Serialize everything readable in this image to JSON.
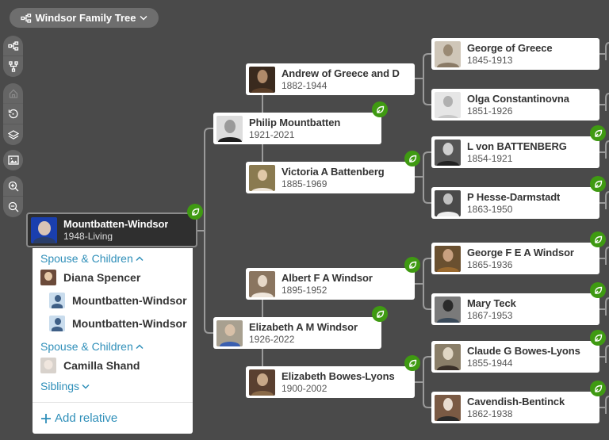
{
  "header": {
    "title": "Windsor Family Tree",
    "title_icon": "pedigree-icon",
    "dropdown_icon": "chevron-down-icon"
  },
  "toolbar": {
    "groups": [
      [
        {
          "icon": "pedigree-view-icon",
          "label": "Pedigree view"
        },
        {
          "icon": "family-view-icon",
          "label": "Family view"
        }
      ],
      [
        {
          "icon": "home-icon",
          "label": "Home",
          "disabled": true
        },
        {
          "icon": "history-icon",
          "label": "History"
        },
        {
          "icon": "layers-icon",
          "label": "Layers"
        }
      ],
      [
        {
          "icon": "image-icon",
          "label": "Photos"
        }
      ],
      [
        {
          "icon": "zoom-in-icon",
          "label": "Zoom in"
        },
        {
          "icon": "zoom-out-icon",
          "label": "Zoom out"
        }
      ]
    ]
  },
  "focus_person": {
    "name": "Mountbatten-Windsor",
    "dates": "1948-Living",
    "hint": true
  },
  "panel": {
    "sections": [
      {
        "label": "Spouse & Children",
        "expanded": true,
        "spouse": "Diana Spencer",
        "children": [
          "Mountbatten-Windsor",
          "Mountbatten-Windsor"
        ]
      },
      {
        "label": "Spouse & Children",
        "expanded": true,
        "spouse": "Camilla Shand",
        "children": []
      }
    ],
    "siblings_label": "Siblings",
    "add_relative_label": "Add relative"
  },
  "parents": [
    {
      "name": "Philip Mountbatten",
      "dates": "1921-2021",
      "hint": true
    },
    {
      "name": "Elizabeth A M Windsor",
      "dates": "1926-2022",
      "hint": true
    }
  ],
  "grandparents": [
    {
      "name": "Andrew of Greece and D",
      "dates": "1882-1944",
      "hint": false
    },
    {
      "name": "Victoria A Battenberg",
      "dates": "1885-1969",
      "hint": true
    },
    {
      "name": "Albert F A Windsor",
      "dates": "1895-1952",
      "hint": true
    },
    {
      "name": "Elizabeth Bowes-Lyons",
      "dates": "1900-2002",
      "hint": true
    }
  ],
  "great_grandparents": [
    {
      "name": "George of Greece",
      "dates": "1845-1913",
      "hint": false
    },
    {
      "name": "Olga Constantinovna",
      "dates": "1851-1926",
      "hint": false
    },
    {
      "name": "L von BATTENBERG",
      "dates": "1854-1921",
      "hint": true
    },
    {
      "name": "P Hesse-Darmstadt",
      "dates": "1863-1950",
      "hint": true
    },
    {
      "name": "George F E A Windsor",
      "dates": "1865-1936",
      "hint": true
    },
    {
      "name": "Mary Teck",
      "dates": "1867-1953",
      "hint": true
    },
    {
      "name": "Claude G Bowes-Lyons",
      "dates": "1855-1944",
      "hint": true
    },
    {
      "name": "Cavendish-Bentinck",
      "dates": "1862-1938",
      "hint": true
    }
  ],
  "colors": {
    "background": "#4a4a4a",
    "accent_link": "#2f8fb9",
    "hint_green": "#3f9a12",
    "focus_card": "#2f2f2f"
  }
}
